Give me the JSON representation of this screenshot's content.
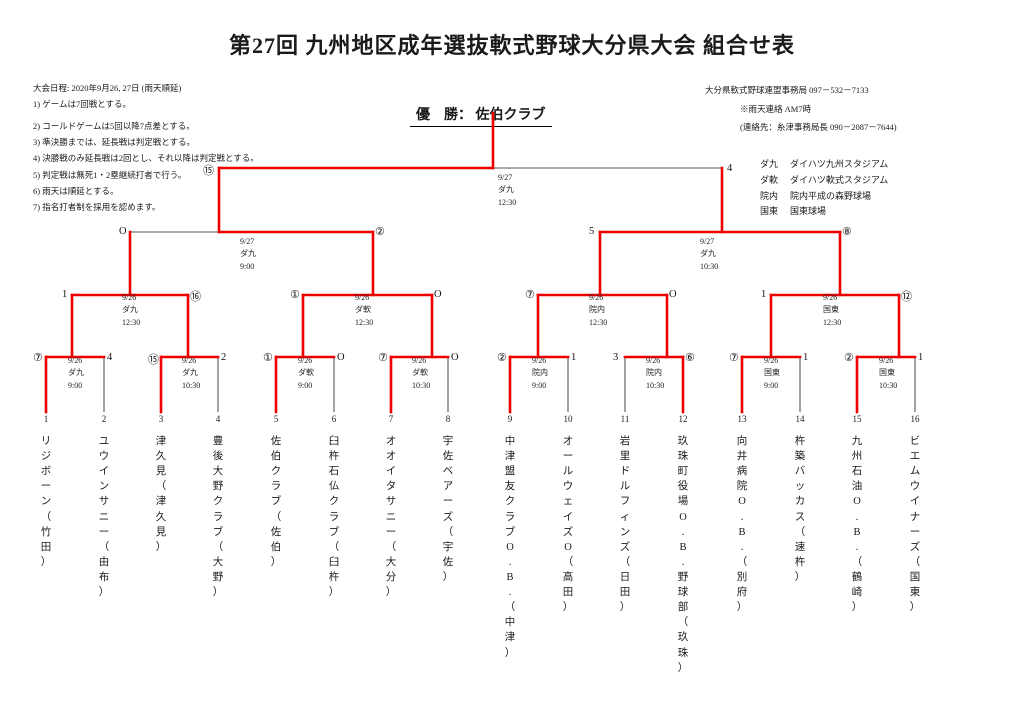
{
  "title": "第27回 九州地区成年選抜軟式野球大分県大会  組合せ表",
  "notes": [
    "大会日程: 2020年9月26, 27日 (雨天順延)",
    "1) ゲームは7回戦とする。",
    "2) コールドゲームは5回以降7点差とする。",
    "3) 準決勝までは、延長戦は判定戦とする。",
    "4) 決勝戦のみ延長戦は2回とし、それ以降は判定戦とする。",
    "5) 判定戦は無死1・2塁継続打者で行う。",
    "6) 雨天は順延とする。",
    "7) 指名打者制を採用を認めます。"
  ],
  "contact": {
    "office": "大分県軟式野球連盟事務局  097－532－7133",
    "rain_line": "※雨天連絡  AM7時",
    "rain_contact": "(連絡先：糸津事務局長  090－2087－7644)"
  },
  "champion": "優　勝：  佐伯クラブ",
  "venues": [
    {
      "abbr": "ダ九",
      "name": "ダイハツ九州スタジアム"
    },
    {
      "abbr": "ダ軟",
      "name": "ダイハツ軟式スタジアム"
    },
    {
      "abbr": "院内",
      "name": "院内平成の森野球場"
    },
    {
      "abbr": "国東",
      "name": "国東球場"
    }
  ],
  "matches": {
    "final": {
      "date": "9/27",
      "venue": "ダ九",
      "time": "12:30"
    },
    "semi_l": {
      "date": "9/27",
      "venue": "ダ九",
      "time": "9:00"
    },
    "semi_r": {
      "date": "9/27",
      "venue": "ダ九",
      "time": "10:30"
    },
    "qf1": {
      "date": "9/26",
      "venue": "ダ九",
      "time": "12:30"
    },
    "qf2": {
      "date": "9/26",
      "venue": "ダ軟",
      "time": "12:30"
    },
    "qf3": {
      "date": "9/26",
      "venue": "院内",
      "time": "12:30"
    },
    "qf4": {
      "date": "9/26",
      "venue": "国東",
      "time": "12:30"
    },
    "r1_1": {
      "date": "9/26",
      "venue": "ダ九",
      "time": "9:00"
    },
    "r1_2": {
      "date": "9/26",
      "venue": "ダ九",
      "time": "10:30"
    },
    "r1_3": {
      "date": "9/26",
      "venue": "ダ軟",
      "time": "9:00"
    },
    "r1_4": {
      "date": "9/26",
      "venue": "ダ軟",
      "time": "10:30"
    },
    "r1_5": {
      "date": "9/26",
      "venue": "院内",
      "time": "9:00"
    },
    "r1_6": {
      "date": "9/26",
      "venue": "院内",
      "time": "10:30"
    },
    "r1_7": {
      "date": "9/26",
      "venue": "国東",
      "time": "9:00"
    },
    "r1_8": {
      "date": "9/26",
      "venue": "国東",
      "time": "10:30"
    }
  },
  "marks": {
    "final_left": "⑮",
    "final_right": "4",
    "semi_l_left": "O",
    "semi_l_right": "②",
    "semi_r_left": "5",
    "semi_r_right": "⑧",
    "qf1_left": "1",
    "qf1_right": "⑯",
    "qf2_left": "①",
    "qf2_right": "O",
    "qf3_left": "⑦",
    "qf3_right": "O",
    "qf4_left": "1",
    "qf4_right": "⑫",
    "r1_1_left": "⑦",
    "r1_1_right": "4",
    "r1_2_left": "⑮",
    "r1_2_right": "2",
    "r1_3_left": "①",
    "r1_3_right": "O",
    "r1_4_left": "⑦",
    "r1_4_right": "O",
    "r1_5_left": "②",
    "r1_5_right": "1",
    "r1_6_left": "3",
    "r1_6_right": "⑥",
    "r1_7_left": "⑦",
    "r1_7_right": "1",
    "r1_8_left": "②",
    "r1_8_right": "1"
  },
  "team_numbers": [
    "1",
    "2",
    "3",
    "4",
    "5",
    "6",
    "7",
    "8",
    "9",
    "10",
    "11",
    "12",
    "13",
    "14",
    "15",
    "16"
  ],
  "teams": [
    {
      "num": "1",
      "name": "リジボーン",
      "town": "（竹田）"
    },
    {
      "num": "2",
      "name": "ユウインサニー",
      "town": "（由布）"
    },
    {
      "num": "3",
      "name": "津久見",
      "town": "（津久見）"
    },
    {
      "num": "4",
      "name": "豊後大野クラブ",
      "town": "（大野）"
    },
    {
      "num": "5",
      "name": "佐伯クラブ",
      "town": "（佐伯）"
    },
    {
      "num": "6",
      "name": "臼杵石仏クラブ",
      "town": "（臼杵）"
    },
    {
      "num": "7",
      "name": "オオイタサニー",
      "town": "（大分）"
    },
    {
      "num": "8",
      "name": "宇佐ベアーズ",
      "town": "（宇佐）"
    },
    {
      "num": "9",
      "name": "中津盟友クラブO.B.",
      "town": "（中津）"
    },
    {
      "num": "10",
      "name": "オールウェイズO",
      "town": "（高田）"
    },
    {
      "num": "11",
      "name": "岩里ドルフィンズ",
      "town": "（日田）"
    },
    {
      "num": "12",
      "name": "玖珠町役場O.B.野球部",
      "town": "（玖珠）"
    },
    {
      "num": "13",
      "name": "向井病院O.B.",
      "town": "（別府）"
    },
    {
      "num": "14",
      "name": "杵築バッカス",
      "town": "（速杵）"
    },
    {
      "num": "15",
      "name": "九州石油O.B.",
      "town": "（鶴崎）"
    },
    {
      "num": "16",
      "name": "ビエムウイナーズ",
      "town": "（国東）"
    }
  ],
  "colors": {
    "win_line": "#ee0000",
    "line": "#555555",
    "text": "#1a1a1a"
  }
}
